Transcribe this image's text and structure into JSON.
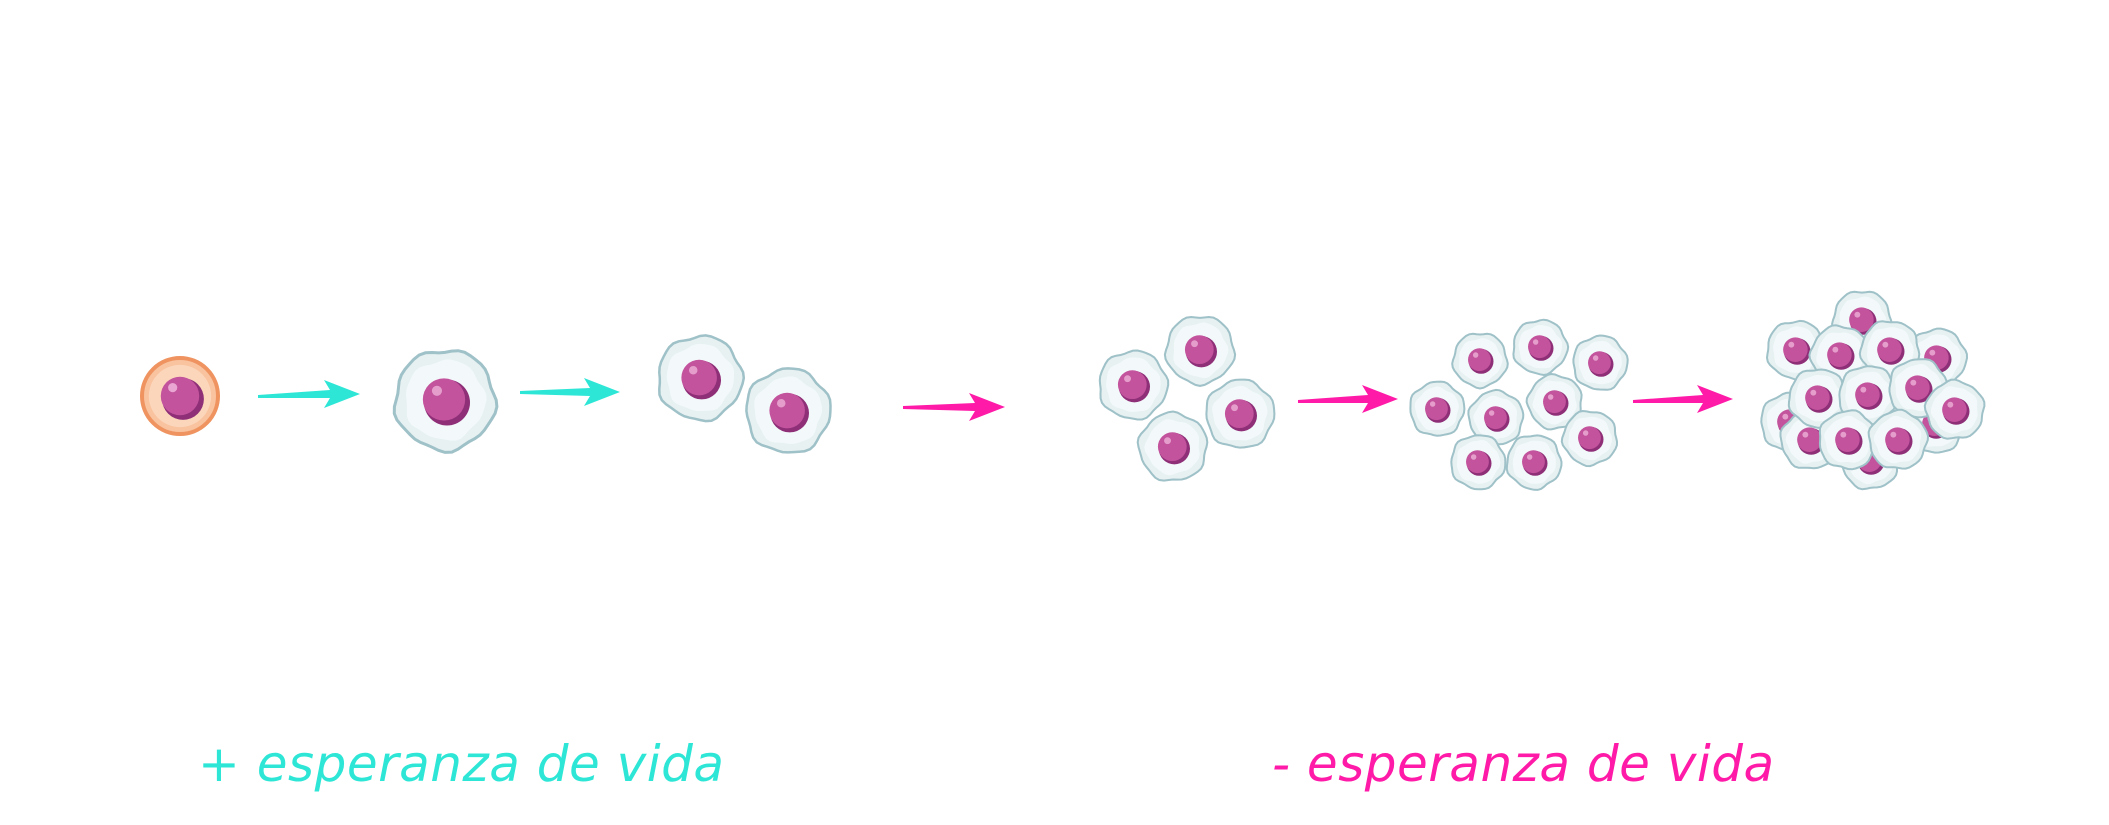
{
  "colors": {
    "cyan": "#2de6d6",
    "magenta": "#ff1aa8",
    "nucleus": "#c2539c",
    "nucleus_shadow": "#8e2f78",
    "cytoplasm": "#e7f1f2",
    "membrane": "#9fc1c8",
    "stem_fill": "#f9c39f",
    "stem_ring": "#ef9360"
  },
  "captions": {
    "left": "+ esperanza de vida",
    "right": "- esperanza de vida"
  },
  "stages": [
    {
      "name": "stem-cell",
      "cells": 1
    },
    {
      "name": "grown-cell",
      "cells": 1
    },
    {
      "name": "two-cells",
      "cells": 2
    },
    {
      "name": "four-cells",
      "cells": 4
    },
    {
      "name": "nine-cells",
      "cells": 9
    },
    {
      "name": "cell-cluster",
      "cells": 15
    }
  ],
  "arrows": [
    {
      "name": "arrow-1",
      "color": "cyan"
    },
    {
      "name": "arrow-2",
      "color": "cyan"
    },
    {
      "name": "arrow-3",
      "color": "magenta"
    },
    {
      "name": "arrow-4",
      "color": "magenta"
    },
    {
      "name": "arrow-5",
      "color": "magenta"
    }
  ]
}
